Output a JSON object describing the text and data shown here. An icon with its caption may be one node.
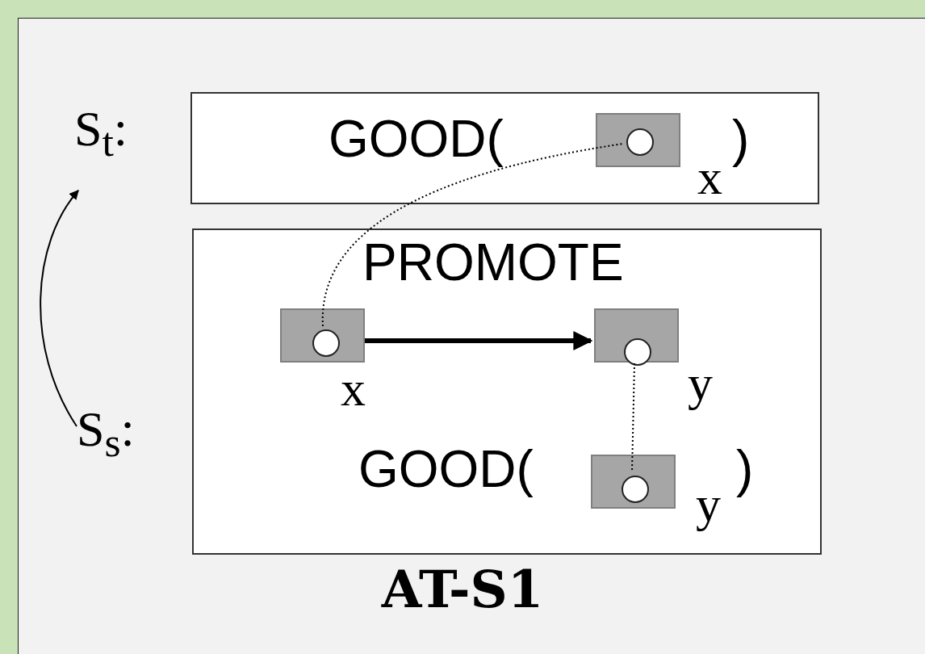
{
  "diagram": {
    "caption": "AT-S1",
    "nodes": [
      {
        "text": [
          "S$_{t}$:"
        ]
      },
      {
        "text": [
          "GOOD(",
          ")"
        ]
      },
      {
        "text": [],
        "shape": "box",
        "in": 1,
        "beside": [
          "x"
        ]
      },
      {
        "text": [],
        "shape": "circle",
        "in": 2
      },
      {
        "text": [
          "S$_{s}$:"
        ]
      },
      {
        "text": [
          "PROMOTE",
          "GOOD(",
          ")"
        ]
      },
      {
        "text": [],
        "shape": "box",
        "in": 5,
        "beside": [
          "x"
        ]
      },
      {
        "text": [],
        "shape": "circle",
        "in": 6
      },
      {
        "text": [],
        "shape": "box",
        "in": 5,
        "beside": [
          "y"
        ]
      },
      {
        "text": [],
        "shape": "circle",
        "in": 8
      },
      {
        "text": [],
        "shape": "box",
        "in": 5,
        "beside": [
          "y"
        ]
      },
      {
        "text": [],
        "shape": "circle",
        "in": 10
      }
    ],
    "edges": [
      {
        "from": 4,
        "to": 0,
        "arrow": "to"
      },
      {
        "from": 6,
        "to": 8,
        "arrow": "to",
        "style": "thick"
      },
      {
        "from": 7,
        "to": 3,
        "arrow": "none",
        "style": "dashed"
      },
      {
        "from": 9,
        "to": 11,
        "arrow": "none",
        "style": "dashed"
      }
    ]
  }
}
